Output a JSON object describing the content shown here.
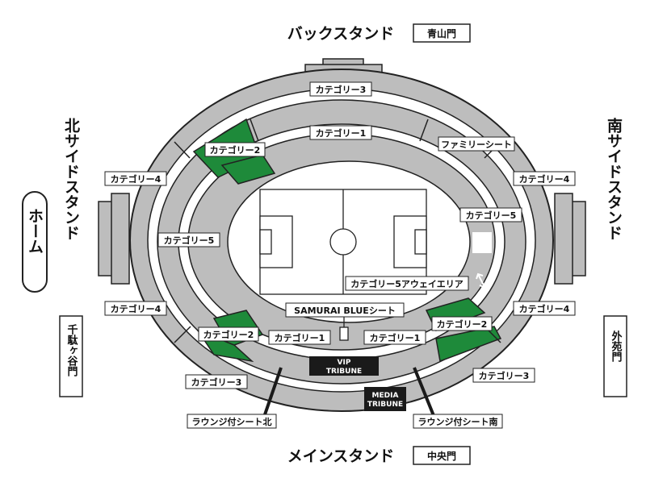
{
  "stands": {
    "back": "バックスタンド",
    "main": "メインスタンド",
    "north": "北サイドスタンド",
    "south": "南サイドスタンド"
  },
  "gates": {
    "back": "青山門",
    "main": "中央門",
    "north": "千駄ヶ谷門",
    "south": "外苑門"
  },
  "home": "ホーム",
  "sections": {
    "cat1": "カテゴリー1",
    "cat2": "カテゴリー2",
    "cat3": "カテゴリー3",
    "cat4": "カテゴリー4",
    "cat5": "カテゴリー5",
    "family": "ファミリーシート",
    "cat5_away": "カテゴリー5アウェイエリア",
    "samurai_blue": "SAMURAI BLUEシート",
    "lounge_north": "ラウンジ付シート北",
    "lounge_south": "ラウンジ付シート南",
    "vip_line1": "VIP",
    "vip_line2": "TRIBUNE",
    "media_line1": "MEDIA",
    "media_line2": "TRIBUNE"
  },
  "colors": {
    "seat_gray": "#bdbdbd",
    "category2_green": "#1e8a3a",
    "outline": "#222222",
    "tribune_black": "#1a1a1a"
  }
}
